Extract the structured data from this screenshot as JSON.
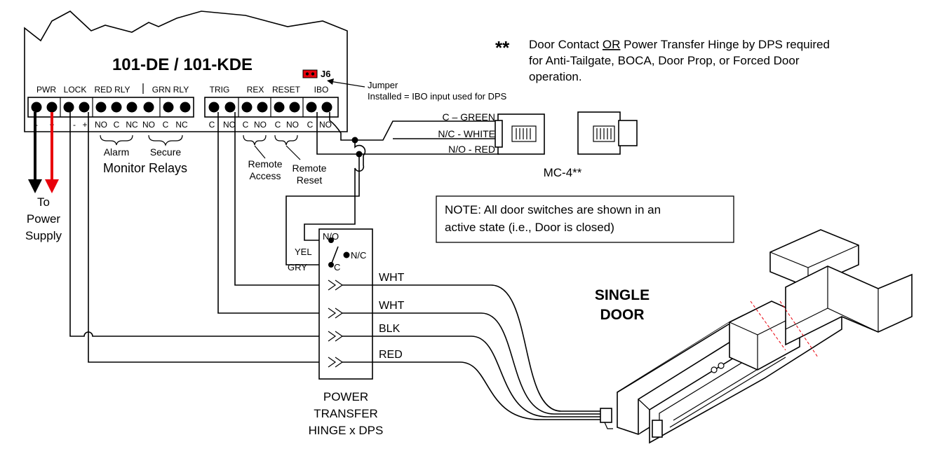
{
  "controller": {
    "title": "101-DE / 101-KDE",
    "jumper_id": "J6",
    "jumper_note_line1": "Jumper",
    "jumper_note_line2": "Installed = IBO input used for DPS",
    "groups": [
      "PWR",
      "LOCK",
      "RED RLY",
      "GRN RLY",
      "TRIG",
      "REX",
      "RESET",
      "IBO"
    ],
    "bottom_labels": {
      "pwr_minus": "-",
      "pwr_plus": "+",
      "lock_minus": "-",
      "lock_plus": "+",
      "red_no": "NO",
      "red_c": "C",
      "red_nc": "NC",
      "grn_no": "NO",
      "grn_c": "C",
      "grn_nc": "NC",
      "trig_c": "C",
      "trig_no": "NO",
      "rex_c": "C",
      "rex_no": "NO",
      "reset_c": "C",
      "reset_no": "NO",
      "ibo_c": "C",
      "ibo_no": "NO"
    },
    "alarm_label": "Alarm",
    "secure_label": "Secure",
    "monitor_relays": "Monitor Relays",
    "remote_access": [
      "Remote",
      "Access"
    ],
    "remote_reset": [
      "Remote",
      "Reset"
    ]
  },
  "power": {
    "label": [
      "To",
      "Power",
      "Supply"
    ],
    "colors": {
      "negative": "#000000",
      "positive": "#e8000b"
    }
  },
  "door_contact": {
    "wires": [
      "C – GREEN",
      "N/C - WHITE",
      "N/O - RED"
    ],
    "model": "MC-4**"
  },
  "footnote": {
    "marker": "**",
    "line1_before": "Door Contact ",
    "line1_emph": "OR",
    "line1_after": " Power Transfer Hinge by DPS required",
    "line2": "for Anti-Tailgate, BOCA, Door Prop, or Forced Door",
    "line3": "operation."
  },
  "note": {
    "line1": "NOTE:  All door switches are shown in an",
    "line2": "active state (i.e., Door is closed)"
  },
  "hinge": {
    "switch_no": "N/O",
    "switch_nc": "N/C",
    "switch_c": "C",
    "yel": "YEL",
    "gry": "GRY",
    "wires": [
      "WHT",
      "WHT",
      "BLK",
      "RED"
    ],
    "label": [
      "POWER",
      "TRANSFER",
      "HINGE x DPS"
    ]
  },
  "door": {
    "label": [
      "SINGLE",
      "DOOR"
    ]
  }
}
